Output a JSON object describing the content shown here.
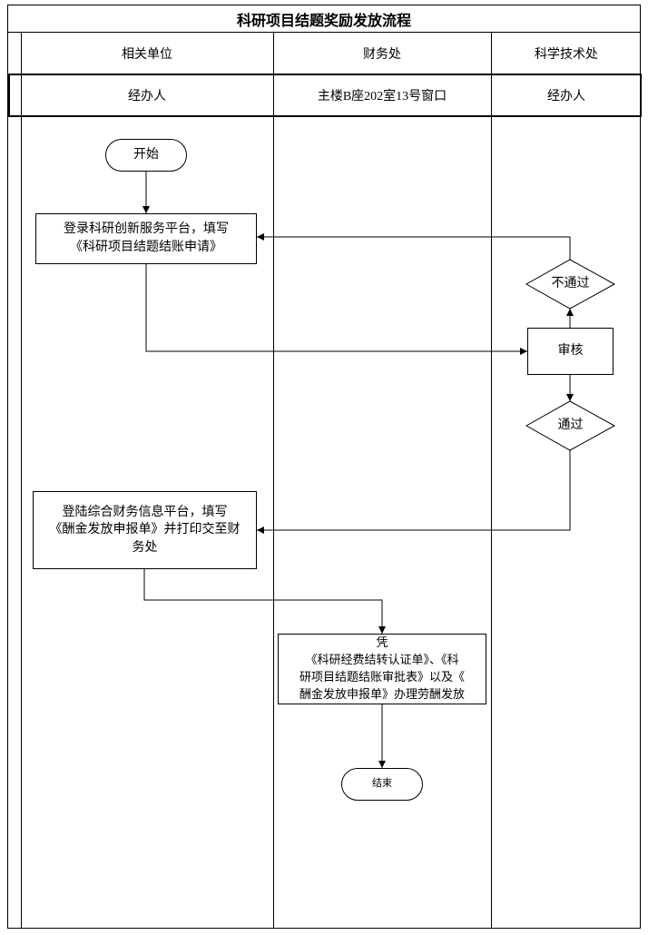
{
  "title": "科研项目结题奖励发放流程",
  "lanes": {
    "unit": {
      "header": "相关单位",
      "subheader": "经办人"
    },
    "finance": {
      "header": "财务处",
      "subheader": "主楼B座202室13号窗口"
    },
    "science": {
      "header": "科学技术处",
      "subheader": "经办人"
    }
  },
  "nodes": {
    "start": "开始",
    "fill_settlement": "登录科研创新服务平台，填写\n《科研项目结题结账申请》",
    "review": "审核",
    "reject": "不通过",
    "approve": "通过",
    "fill_payment": "登陆综合财务信息平台，填写\n《酬金发放申报单》并打印交至财\n务处",
    "process_payment": "凭\n《科研经费结转认证单》、《科\n研项目结题结账审批表》以及《\n酬金发放申报单》办理劳酬发放",
    "end": "结束"
  },
  "colors": {
    "line": "#000000",
    "background": "#ffffff"
  }
}
